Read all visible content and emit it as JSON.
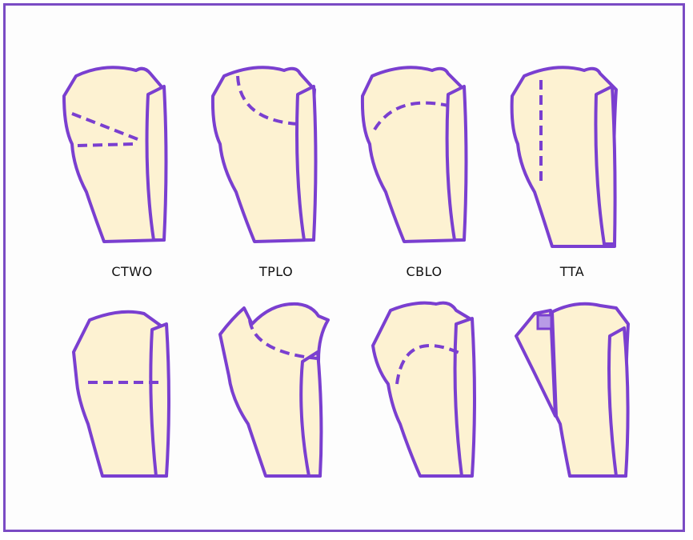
{
  "procedures": [
    {
      "id": "ctwo",
      "label": "CTWO"
    },
    {
      "id": "tplo",
      "label": "TPLO"
    },
    {
      "id": "cblo",
      "label": "CBLO"
    },
    {
      "id": "tta",
      "label": "TTA"
    }
  ],
  "colors": {
    "outline": "#7a3fd0",
    "bone_fill": "#fdf2d2",
    "frame": "#7a4bc4",
    "wedge": "#b89be6"
  }
}
